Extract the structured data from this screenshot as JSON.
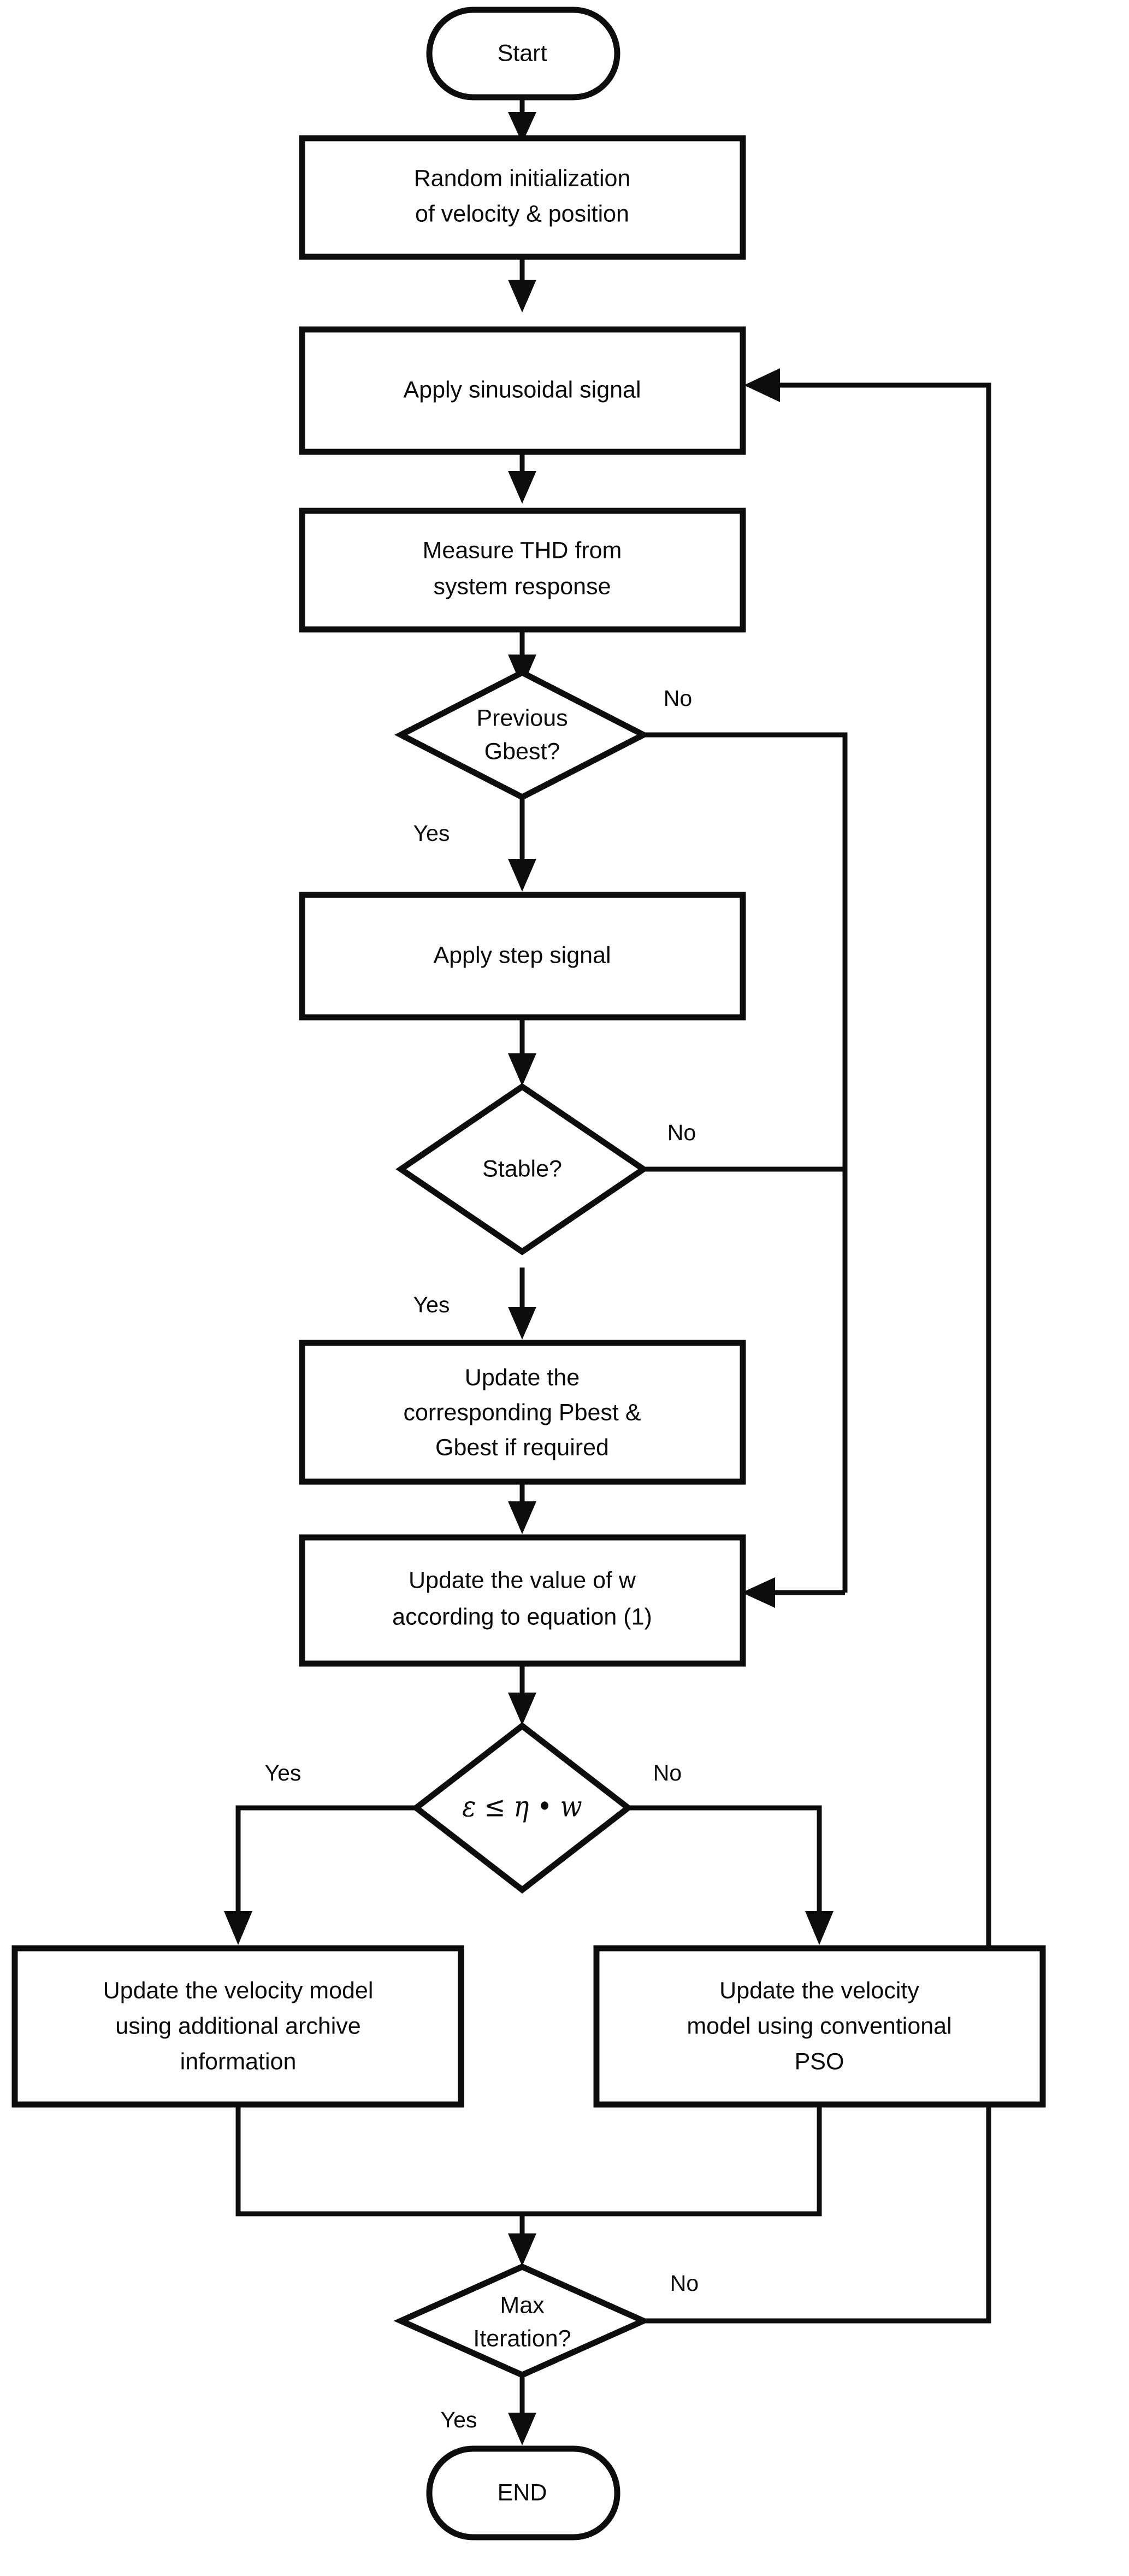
{
  "diagram": {
    "title": "PSO based auto-tuning flowchart",
    "type": "flowchart",
    "colors": {
      "stroke": "#0d0d0d",
      "fill": "#ffffff",
      "text": "#0a0a0a",
      "background": "#ffffff"
    },
    "nodes": [
      {
        "id": "start",
        "shape": "terminator",
        "lines": [
          "Start"
        ]
      },
      {
        "id": "init",
        "shape": "process",
        "lines": [
          "Random initialization",
          "of velocity & position"
        ]
      },
      {
        "id": "sinusoidal",
        "shape": "process",
        "lines": [
          "Apply sinusoidal signal"
        ]
      },
      {
        "id": "measure_thd",
        "shape": "process",
        "lines": [
          "Measure THD from",
          "system response"
        ]
      },
      {
        "id": "prev_gbest",
        "shape": "decision",
        "lines": [
          "Previous",
          "Gbest?"
        ]
      },
      {
        "id": "step_signal",
        "shape": "process",
        "lines": [
          "Apply step signal"
        ]
      },
      {
        "id": "stable",
        "shape": "decision",
        "lines": [
          "Stable?"
        ]
      },
      {
        "id": "update_best",
        "shape": "process",
        "lines": [
          "Update the",
          "corresponding Pbest &",
          "Gbest if required"
        ]
      },
      {
        "id": "update_w",
        "shape": "process",
        "lines": [
          "Update the value of w",
          "according to equation (1)"
        ]
      },
      {
        "id": "epsilon",
        "shape": "decision",
        "lines": [
          "ε ≤ η • w"
        ]
      },
      {
        "id": "vel_archive",
        "shape": "process",
        "lines": [
          "Update the velocity model",
          "using additional archive",
          "information"
        ]
      },
      {
        "id": "vel_pso",
        "shape": "process",
        "lines": [
          "Update the velocity",
          "model using conventional",
          "PSO"
        ]
      },
      {
        "id": "max_iter",
        "shape": "decision",
        "lines": [
          "Max",
          "Iteration?"
        ]
      },
      {
        "id": "end",
        "shape": "terminator",
        "lines": [
          "END"
        ]
      }
    ],
    "edges": [
      {
        "from": "start",
        "to": "init",
        "label": ""
      },
      {
        "from": "init",
        "to": "sinusoidal",
        "label": ""
      },
      {
        "from": "sinusoidal",
        "to": "measure_thd",
        "label": ""
      },
      {
        "from": "measure_thd",
        "to": "prev_gbest",
        "label": ""
      },
      {
        "from": "prev_gbest",
        "to": "step_signal",
        "label": "Yes"
      },
      {
        "from": "prev_gbest",
        "to": "update_w",
        "label": "No"
      },
      {
        "from": "step_signal",
        "to": "stable",
        "label": ""
      },
      {
        "from": "stable",
        "to": "update_best",
        "label": "Yes"
      },
      {
        "from": "stable",
        "to": "update_w",
        "label": "No"
      },
      {
        "from": "update_best",
        "to": "update_w",
        "label": ""
      },
      {
        "from": "update_w",
        "to": "epsilon",
        "label": ""
      },
      {
        "from": "epsilon",
        "to": "vel_archive",
        "label": "Yes"
      },
      {
        "from": "epsilon",
        "to": "vel_pso",
        "label": "No"
      },
      {
        "from": "vel_archive",
        "to": "max_iter",
        "label": ""
      },
      {
        "from": "vel_pso",
        "to": "max_iter",
        "label": ""
      },
      {
        "from": "max_iter",
        "to": "end",
        "label": "Yes"
      },
      {
        "from": "max_iter",
        "to": "sinusoidal",
        "label": "No"
      }
    ],
    "labels": {
      "start": "Start",
      "init_l1": "Random initialization",
      "init_l2": "of velocity & position",
      "sinusoidal_l1": "Apply sinusoidal signal",
      "measure_l1": "Measure THD from",
      "measure_l2": "system response",
      "prev_gbest_l1": "Previous",
      "prev_gbest_l2": "Gbest?",
      "step_signal_l1": "Apply step signal",
      "stable_l1": "Stable?",
      "update_best_l1": "Update the",
      "update_best_l2": "corresponding Pbest &",
      "update_best_l3": "Gbest if required",
      "update_w_l1": "Update the value of w",
      "update_w_l2": "according to equation (1)",
      "epsilon_l1": "ε ≤ η • w",
      "vel_archive_l1": "Update the velocity model",
      "vel_archive_l2": "using additional archive",
      "vel_archive_l3": "information",
      "vel_pso_l1": "Update the velocity",
      "vel_pso_l2": "model using conventional",
      "vel_pso_l3": "PSO",
      "max_iter_l1": "Max",
      "max_iter_l2": "Iteration?",
      "end": "END",
      "yes_gbest": "Yes",
      "no_gbest": "No",
      "yes_stable": "Yes",
      "no_stable": "No",
      "yes_epsilon": "Yes",
      "no_epsilon": "No",
      "yes_maxiter": "Yes",
      "no_maxiter": "No"
    }
  }
}
